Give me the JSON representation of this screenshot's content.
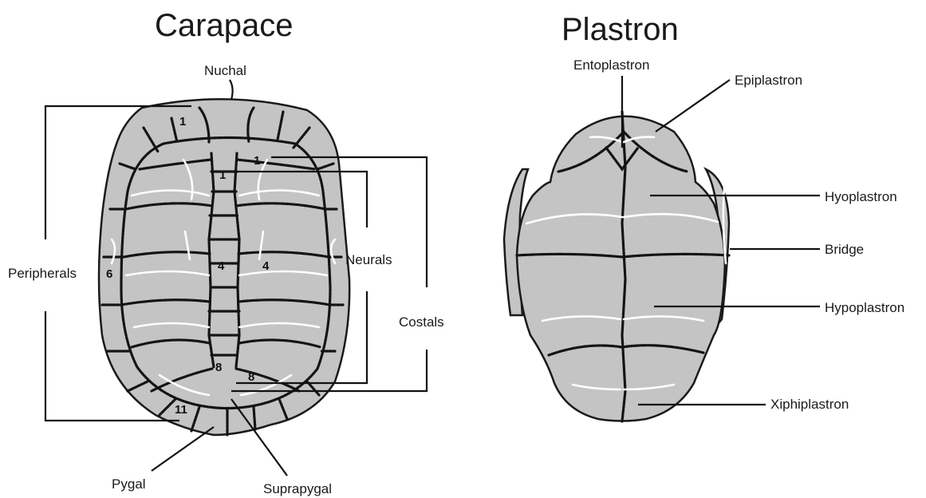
{
  "carapace": {
    "title": "Carapace",
    "labels": {
      "nuchal": "Nuchal",
      "peripherals": "Peripherals",
      "neurals": "Neurals",
      "costals": "Costals",
      "pygal": "Pygal",
      "suprapygal": "Suprapygal"
    },
    "numbers": {
      "peripheral_1": "1",
      "costal_1": "1",
      "neural_1": "1",
      "peripheral_6": "6",
      "neural_4": "4",
      "costal_4": "4",
      "neural_8": "8",
      "costal_8": "8",
      "peripheral_11": "11"
    }
  },
  "plastron": {
    "title": "Plastron",
    "labels": {
      "entoplastron": "Entoplastron",
      "epiplastron": "Epiplastron",
      "hyoplastron": "Hyoplastron",
      "bridge": "Bridge",
      "hypoplastron": "Hypoplastron",
      "xiphiplastron": "Xiphiplastron"
    }
  },
  "colors": {
    "bone": "#c4c4c4",
    "suture": "#141414",
    "scute_seam": "#ffffff"
  }
}
